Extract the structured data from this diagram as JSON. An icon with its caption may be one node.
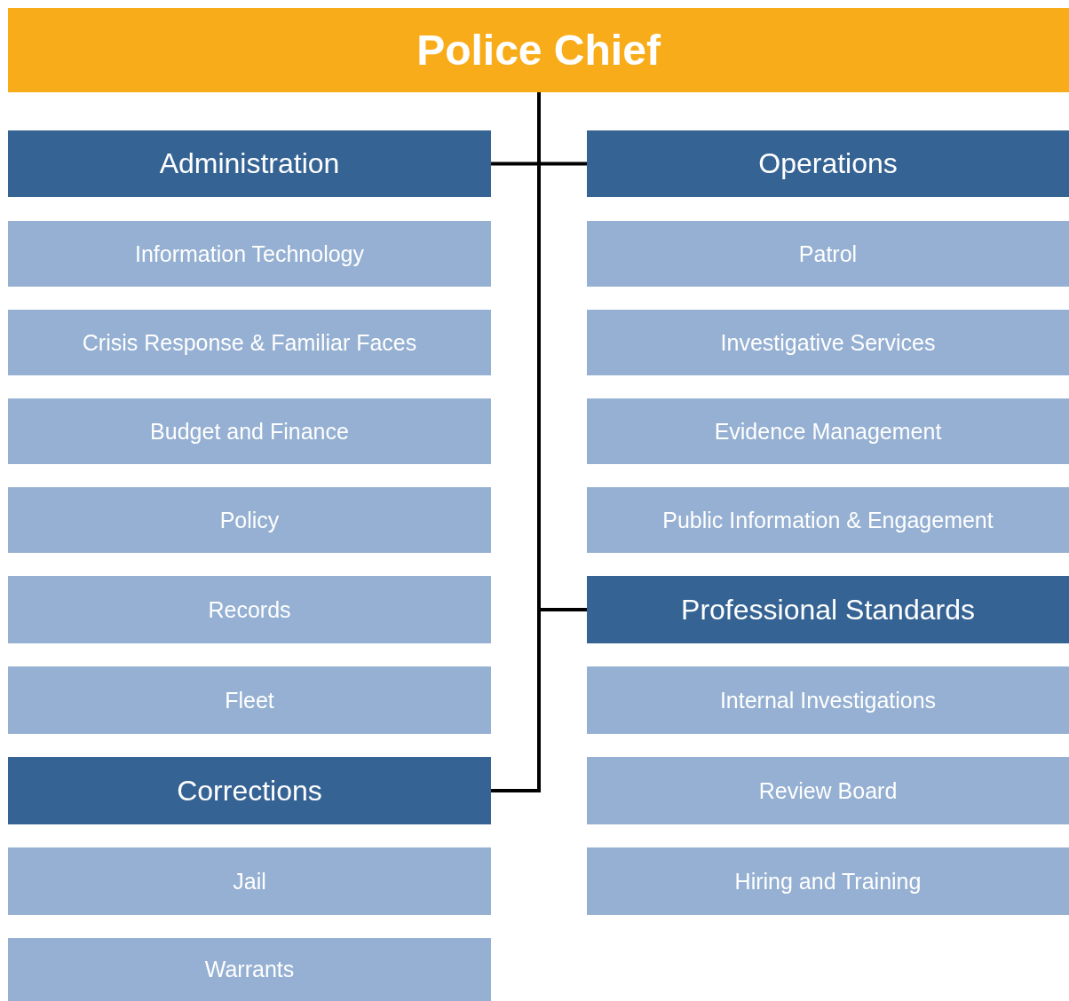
{
  "diagram": {
    "nodes": [
      {
        "text": [
          "Police Chief"
        ]
      },
      {
        "text": [
          "Administration"
        ]
      },
      {
        "text": [
          "Operations"
        ]
      },
      {
        "text": [
          "Information Technology"
        ]
      },
      {
        "text": [
          "Patrol"
        ]
      },
      {
        "text": [
          "Crisis Response & Familiar Faces"
        ]
      },
      {
        "text": [
          "Investigative Services"
        ]
      },
      {
        "text": [
          "Budget and Finance"
        ]
      },
      {
        "text": [
          "Evidence Management"
        ]
      },
      {
        "text": [
          "Policy"
        ]
      },
      {
        "text": [
          "Public Information & Engagement"
        ]
      },
      {
        "text": [
          "Records"
        ]
      },
      {
        "text": [
          "Professional Standards"
        ]
      },
      {
        "text": [
          "Fleet"
        ]
      },
      {
        "text": [
          "Internal Investigations"
        ]
      },
      {
        "text": [
          "Corrections"
        ]
      },
      {
        "text": [
          "Review Board"
        ]
      },
      {
        "text": [
          "Jail"
        ]
      },
      {
        "text": [
          "Hiring and Training"
        ]
      },
      {
        "text": [
          "Warrants"
        ]
      }
    ],
    "edges": [
      {
        "from": 0,
        "to": 1,
        "arrow": "none"
      },
      {
        "from": 0,
        "to": 2,
        "arrow": "none"
      },
      {
        "from": 0,
        "to": 12,
        "arrow": "none"
      },
      {
        "from": 0,
        "to": 15,
        "arrow": "none"
      }
    ]
  }
}
